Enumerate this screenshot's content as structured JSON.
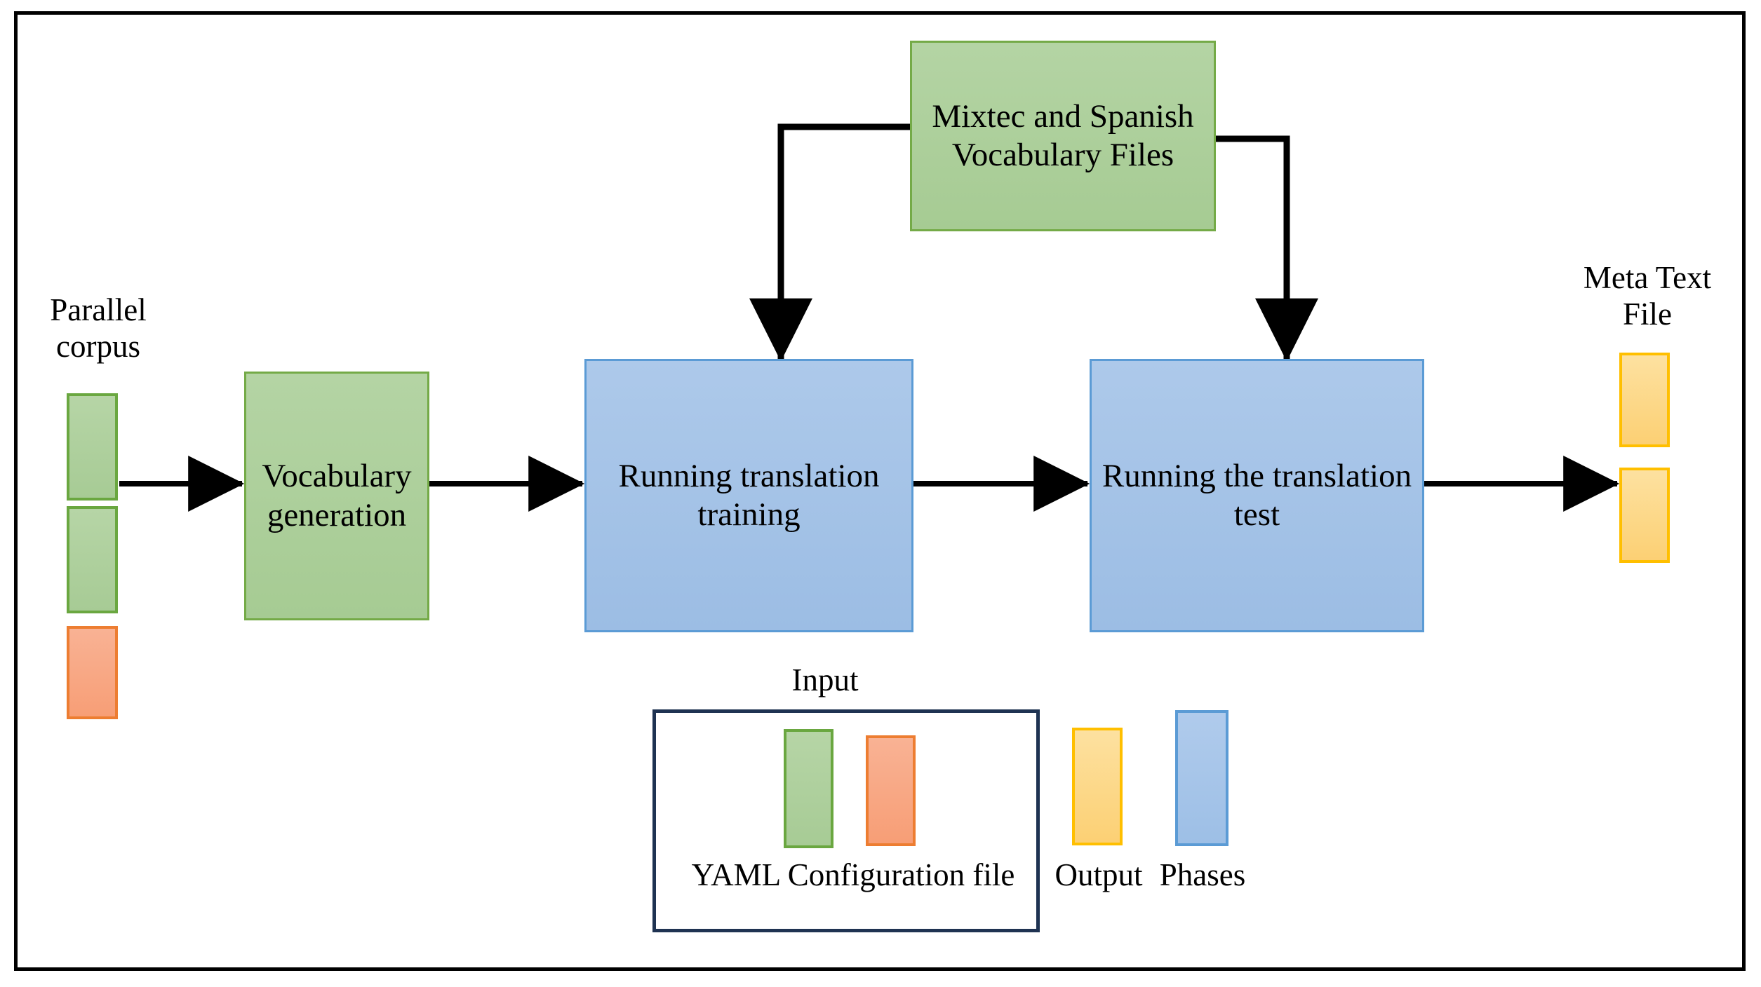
{
  "diagram": {
    "title_present": false,
    "nodes": {
      "vocab_files": {
        "label": "Mixtec and\nSpanish\nVocabulary Files",
        "type": "input",
        "color": "#a6cb93"
      },
      "vocab_generation": {
        "label": "Vocabulary\ngeneration",
        "type": "phase-green",
        "color": "#a6cb93"
      },
      "translation_training": {
        "label": "Running translation\ntraining",
        "type": "phase-blue",
        "color": "#9cbde4"
      },
      "translation_test": {
        "label": "Running the translation\ntest",
        "type": "phase-blue",
        "color": "#9cbde4"
      }
    },
    "labels": {
      "parallel_corpus": "Parallel\ncorpus",
      "meta_text_file": "Meta Text\nFile",
      "input": "Input",
      "output": "Output",
      "phases": "Phases",
      "yaml_config": "YAML Configuration file"
    },
    "palette": {
      "green_fill": "#a6cb93",
      "green_stroke": "#6aa740",
      "orange_fill": "#f79e76",
      "orange_stroke": "#ed7d31",
      "blue_fill": "#9cbde4",
      "blue_stroke": "#5b9bd5",
      "yellow_fill": "#fcd074",
      "yellow_stroke": "#ffbf00",
      "navy_stroke": "#1f3352",
      "arrow_stroke": "#000000",
      "frame_stroke": "#000000"
    },
    "flow": [
      {
        "from": "parallel_corpus",
        "to": "vocab_generation"
      },
      {
        "from": "vocab_generation",
        "to": "translation_training"
      },
      {
        "from": "translation_training",
        "to": "translation_test"
      },
      {
        "from": "translation_test",
        "to": "meta_text_file"
      },
      {
        "from": "vocab_files",
        "to": "translation_training"
      },
      {
        "from": "vocab_files",
        "to": "translation_test"
      }
    ]
  }
}
